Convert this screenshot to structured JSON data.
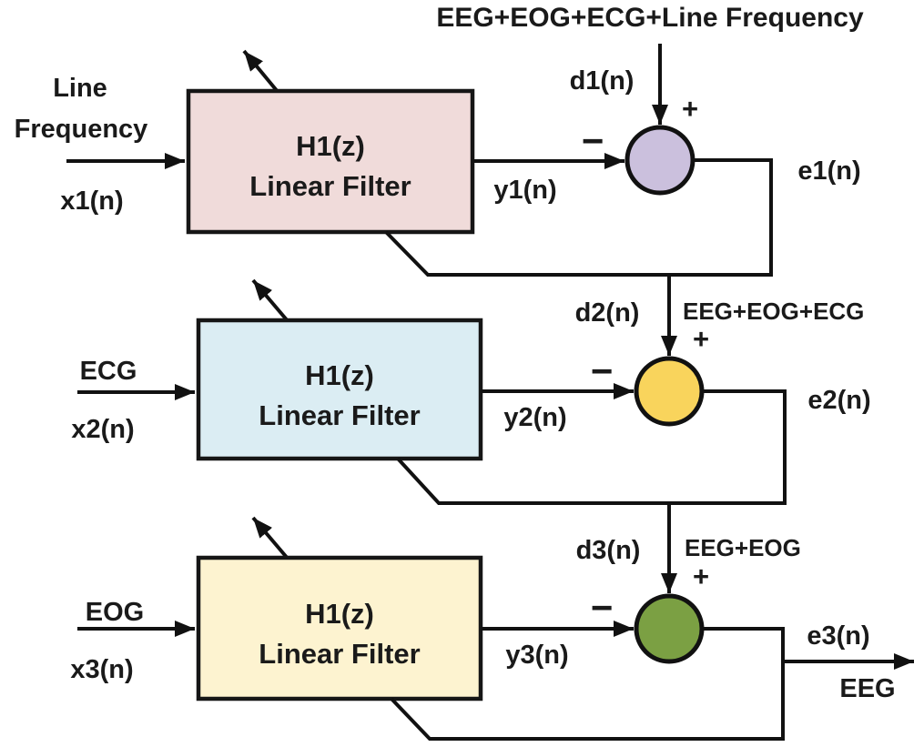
{
  "diagram": {
    "title": "EEG+EOG+ECG+Line Frequency",
    "final_output_label": "EEG",
    "symbols": {
      "plus": "+",
      "minus": "−"
    },
    "colors": {
      "filter_fill_1": "#f0dbda",
      "filter_fill_2": "#dbedf3",
      "filter_fill_3": "#fdf3d0",
      "node_fill_1": "#cbc0dd",
      "node_fill_2": "#f9d45c",
      "node_fill_3": "#7ba043",
      "line": "#111111",
      "text": "#1a1a1a",
      "background": "#ffffff"
    },
    "stages": [
      {
        "input_label_lines": [
          "Line",
          "Frequency"
        ],
        "input_signal": "x1(n)",
        "filter_name": "H1(z)",
        "filter_type": "Linear Filter",
        "filter_output": "y1(n)",
        "desired_label": "d1(n)",
        "desired_annotation": "",
        "error_label": "e1(n)"
      },
      {
        "input_label_lines": [
          "ECG"
        ],
        "input_signal": "x2(n)",
        "filter_name": "H1(z)",
        "filter_type": "Linear Filter",
        "filter_output": "y2(n)",
        "desired_label": "d2(n)",
        "desired_annotation": "EEG+EOG+ECG",
        "error_label": "e2(n)"
      },
      {
        "input_label_lines": [
          "EOG"
        ],
        "input_signal": "x3(n)",
        "filter_name": "H1(z)",
        "filter_type": "Linear Filter",
        "filter_output": "y3(n)",
        "desired_label": "d3(n)",
        "desired_annotation": "EEG+EOG",
        "error_label": "e3(n)"
      }
    ]
  }
}
